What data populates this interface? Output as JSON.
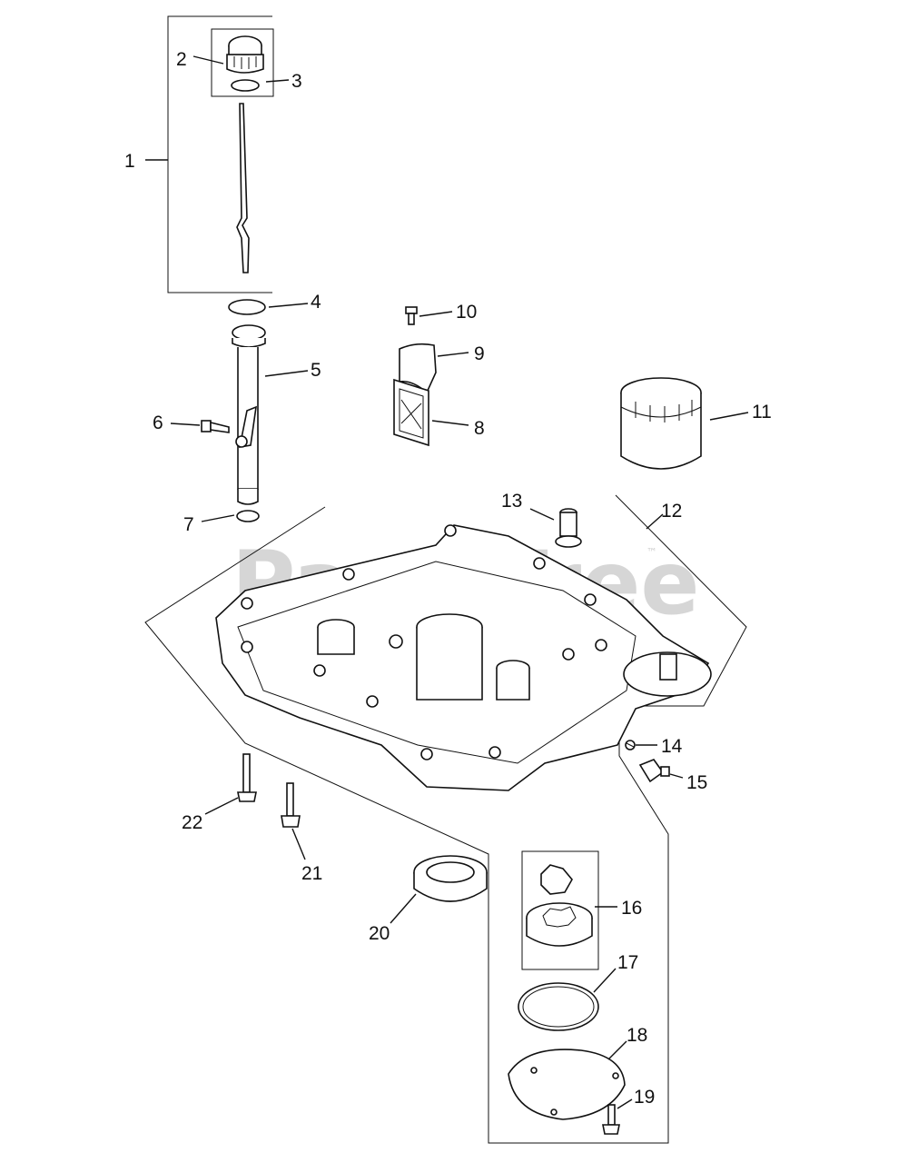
{
  "watermark": {
    "text": "PartsTree",
    "trademark": "™"
  },
  "callouts": [
    {
      "num": "1"
    },
    {
      "num": "2"
    },
    {
      "num": "3"
    },
    {
      "num": "4"
    },
    {
      "num": "5"
    },
    {
      "num": "6"
    },
    {
      "num": "7"
    },
    {
      "num": "8"
    },
    {
      "num": "9"
    },
    {
      "num": "10"
    },
    {
      "num": "11"
    },
    {
      "num": "12"
    },
    {
      "num": "13"
    },
    {
      "num": "14"
    },
    {
      "num": "15"
    },
    {
      "num": "16"
    },
    {
      "num": "17"
    },
    {
      "num": "18"
    },
    {
      "num": "19"
    },
    {
      "num": "20"
    },
    {
      "num": "21"
    },
    {
      "num": "22"
    }
  ]
}
